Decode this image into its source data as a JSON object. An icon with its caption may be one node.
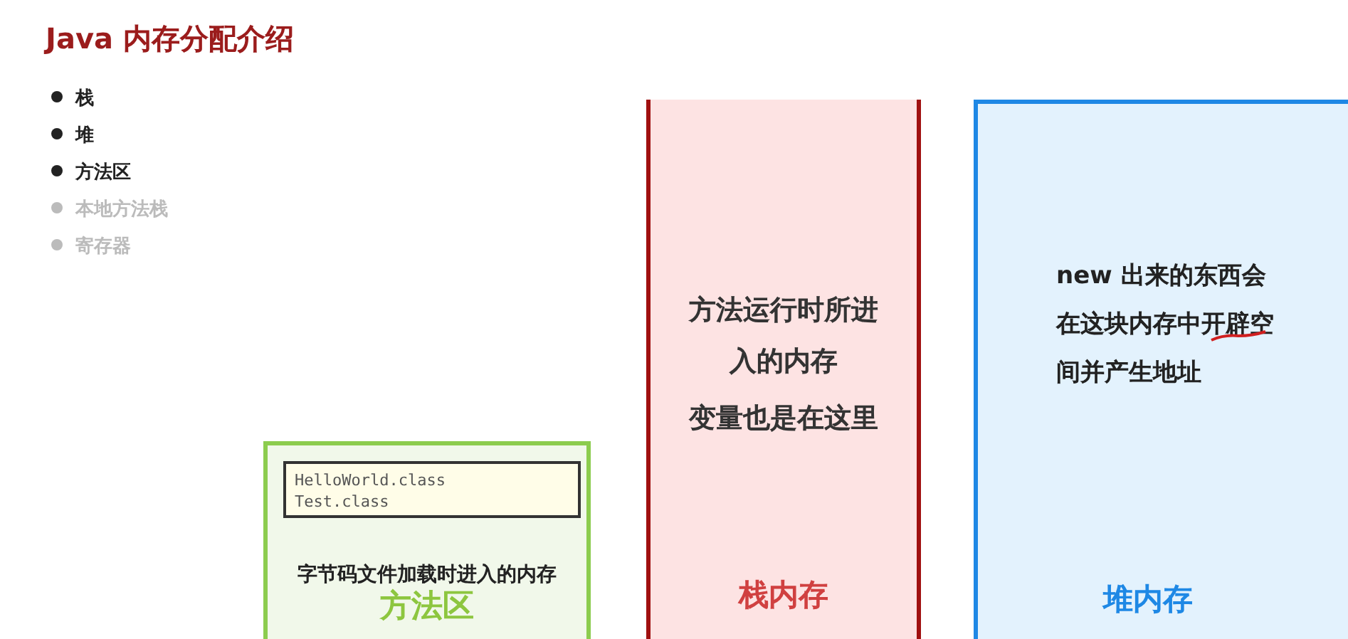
{
  "diagram": {
    "title": "Java 内存分配介绍",
    "nodes": [
      {
        "text": [
          "字节码文件加载时进入的内存",
          "方法区"
        ]
      },
      {
        "text": [
          "HelloWorld.class",
          "Test.class"
        ],
        "in": 0
      },
      {
        "text": [
          "方法运行时所进入的内存",
          "变量也是在这里",
          "栈内存"
        ]
      },
      {
        "text": [
          "new 出来的东西会在这块内存中开辟空间并产生地址",
          "堆内存"
        ]
      }
    ],
    "edges": [],
    "labels": [
      "栈",
      "堆",
      "方法区",
      "本地方法栈",
      "寄存器"
    ]
  }
}
